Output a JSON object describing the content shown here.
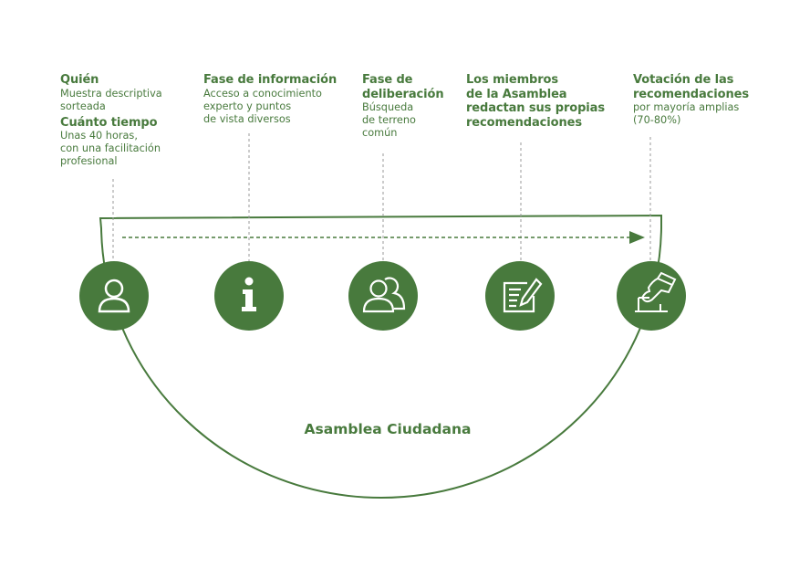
{
  "diagram": {
    "title": "Asamblea Ciudadana",
    "accent_color": "#487a3d",
    "steps": [
      {
        "icon": "person-icon",
        "blocks": [
          {
            "heading": "Quién",
            "lines": [
              "Muestra descriptiva",
              "sorteada"
            ]
          },
          {
            "heading": "Cuánto tiempo",
            "lines": [
              "Unas 40 horas,",
              "con una facilitación",
              "profesional"
            ]
          }
        ]
      },
      {
        "icon": "info-icon",
        "blocks": [
          {
            "heading": "Fase de información",
            "lines": [
              "Acceso a conocimiento",
              "experto y puntos",
              "de vista diversos"
            ]
          }
        ]
      },
      {
        "icon": "group-icon",
        "blocks": [
          {
            "heading_lines": [
              "Fase de",
              "deliberación"
            ],
            "lines": [
              "Búsqueda",
              "de terreno",
              "común"
            ]
          }
        ]
      },
      {
        "icon": "edit-document-icon",
        "blocks": [
          {
            "heading_lines": [
              "Los miembros",
              "de la Asamblea",
              "redactan sus propias",
              "recomendaciones"
            ],
            "lines": []
          }
        ]
      },
      {
        "icon": "ballot-vote-icon",
        "blocks": [
          {
            "heading_lines": [
              "Votación de las",
              "recomendaciones"
            ],
            "lines": [
              "por mayoría amplias",
              "(70-80%)"
            ]
          }
        ]
      }
    ]
  }
}
